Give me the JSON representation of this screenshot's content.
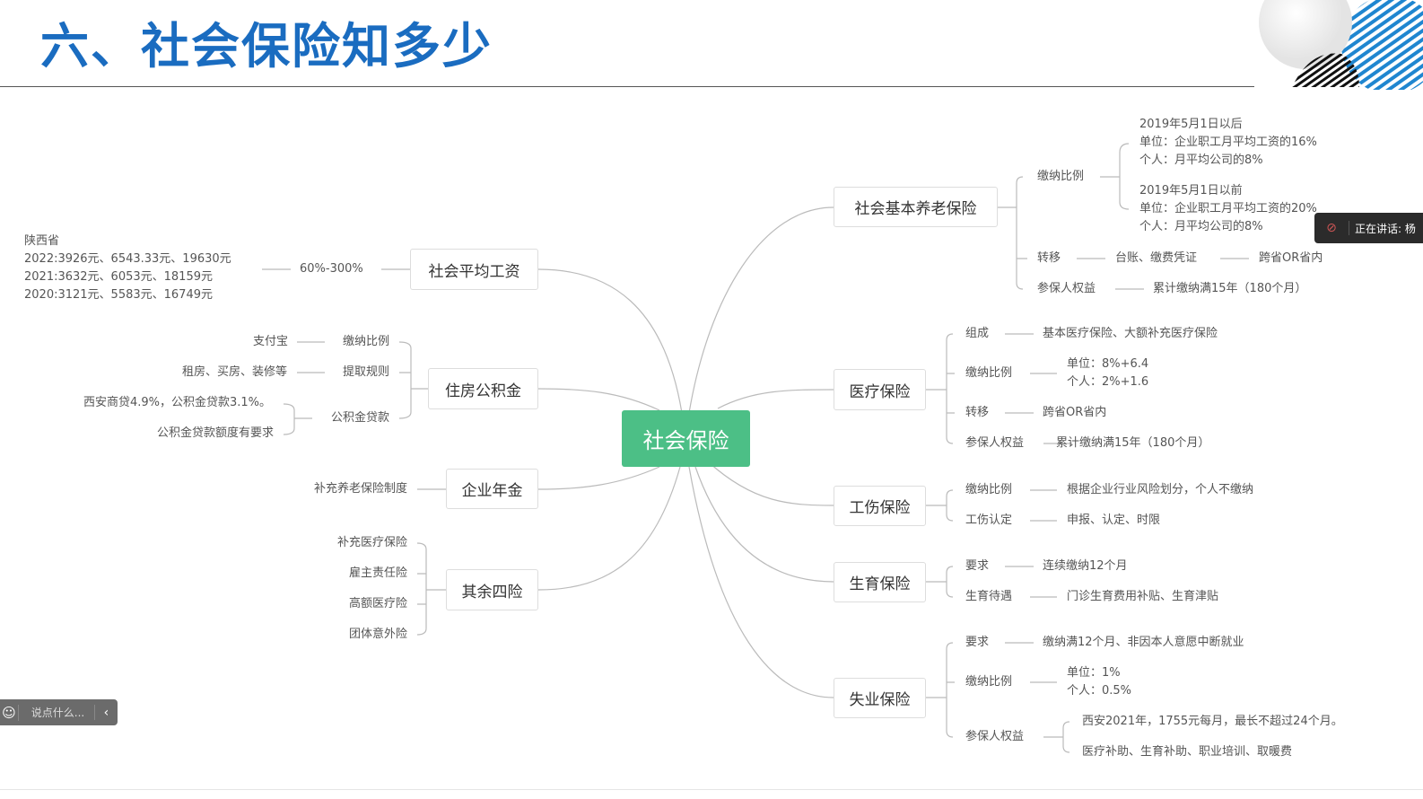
{
  "title": "六、社会保险知多少",
  "center": "社会保险",
  "colors": {
    "accent": "#1a6cc0",
    "center": "#4cbf86"
  },
  "pension": {
    "label": "社会基本养老保险",
    "rate_label": "缴纳比例",
    "after": [
      "2019年5月1日以后",
      "单位：企业职工月平均工资的16%",
      "个人：月平均公司的8%"
    ],
    "before": [
      "2019年5月1日以前",
      "单位：企业职工月平均工资的20%",
      "个人：月平均公司的8%"
    ],
    "transfer_label": "转移",
    "transfer_docs": "台账、缴费凭证",
    "transfer_scope": "跨省OR省内",
    "rights_label": "参保人权益",
    "rights": "累计缴纳满15年（180个月）"
  },
  "medical": {
    "label": "医疗保险",
    "comp_label": "组成",
    "comp": "基本医疗保险、大额补充医疗保险",
    "rate_label": "缴纳比例",
    "rate": [
      "单位：8%+6.4",
      "个人：2%+1.6"
    ],
    "transfer_label": "转移",
    "transfer": "跨省OR省内",
    "rights_label": "参保人权益",
    "rights": "累计缴纳满15年（180个月）"
  },
  "injury": {
    "label": "工伤保险",
    "rate_label": "缴纳比例",
    "rate": "根据企业行业风险划分，个人不缴纳",
    "ident_label": "工伤认定",
    "ident": "申报、认定、时限"
  },
  "maternity": {
    "label": "生育保险",
    "req_label": "要求",
    "req": "连续缴纳12个月",
    "benefit_label": "生育待遇",
    "benefit": "门诊生育费用补贴、生育津贴"
  },
  "unemployment": {
    "label": "失业保险",
    "req_label": "要求",
    "req": "缴纳满12个月、非因本人意愿中断就业",
    "rate_label": "缴纳比例",
    "rate": [
      "单位：1%",
      "个人：0.5%"
    ],
    "rights_label": "参保人权益",
    "rights": [
      "西安2021年，1755元每月，最长不超过24个月。",
      "医疗补助、生育补助、职业培训、取暖费"
    ]
  },
  "wage": {
    "label": "社会平均工资",
    "range": "60%-300%",
    "lines": [
      "陕西省",
      "2022:3926元、6543.33元、19630元",
      "2021:3632元、6053元、18159元",
      "2020:3121元、5583元、16749元"
    ]
  },
  "fund": {
    "label": "住房公积金",
    "rate_label": "缴纳比例",
    "rate": "支付宝",
    "withdraw_label": "提取规则",
    "withdraw": "租房、买房、装修等",
    "loan_label": "公积金贷款",
    "loan": [
      "西安商贷4.9%，公积金贷款3.1%。",
      "公积金贷款额度有要求"
    ]
  },
  "annuity": {
    "label": "企业年金",
    "desc": "补充养老保险制度"
  },
  "others": {
    "label": "其余四险",
    "items": [
      "补充医疗保险",
      "雇主责任险",
      "高额医疗险",
      "团体意外险"
    ]
  },
  "overlay": {
    "speaking": "正在讲话: 杨",
    "chat_placeholder": "说点什么..."
  }
}
